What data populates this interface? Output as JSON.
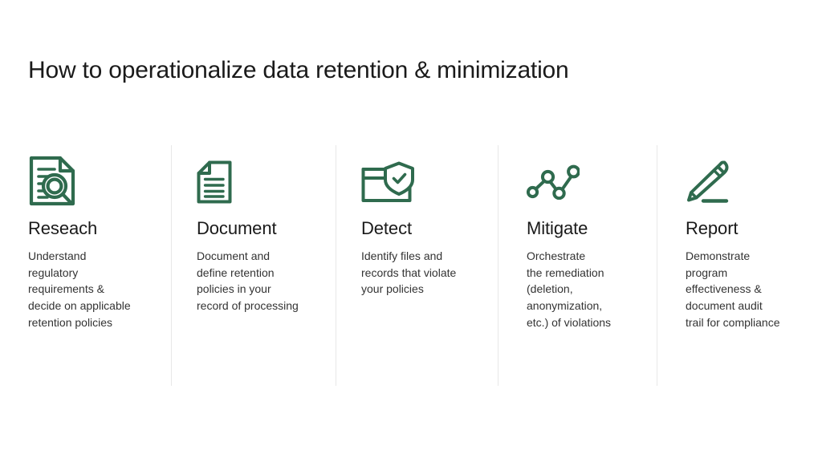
{
  "slide": {
    "title": "How to operationalize data retention & minimization",
    "background_color": "#ffffff",
    "accent_color": "#2f6b4e",
    "title_color": "#1a1a1a",
    "body_color": "#333333",
    "divider_color": "#e8e8e8"
  },
  "columns": [
    {
      "icon": "document-magnifier-icon",
      "title": "Reseach",
      "description": "Understand\nregulatory\nrequirements &\ndecide on applicable\nretention policies"
    },
    {
      "icon": "document-lines-icon",
      "title": "Document",
      "description": "Document and\ndefine retention\npolicies in your\nrecord of processing"
    },
    {
      "icon": "folder-shield-check-icon",
      "title": "Detect",
      "description": "Identify files and\nrecords that violate\nyour policies"
    },
    {
      "icon": "node-graph-icon",
      "title": "Mitigate",
      "description": "Orchestrate\nthe remediation\n(deletion,\nanonymization,\n etc.) of violations"
    },
    {
      "icon": "pencil-underline-icon",
      "title": "Report",
      "description": "Demonstrate\nprogram\neffectiveness &\ndocument audit\ntrail for compliance"
    }
  ]
}
